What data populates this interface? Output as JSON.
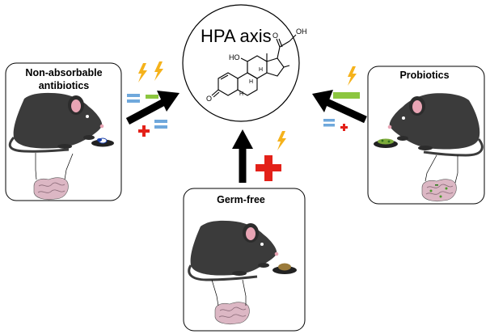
{
  "hpa": {
    "title": "HPA axis",
    "molecule_atoms": [
      "O",
      "OH",
      "HO",
      "H",
      "H",
      "H",
      "O"
    ]
  },
  "panels": {
    "antibiotics": {
      "label": "Non-absorbable antibiotics",
      "effects": [
        "=",
        "-",
        "+",
        "="
      ]
    },
    "probiotics": {
      "label": "Probiotics",
      "effects": [
        "-",
        "=",
        "+"
      ]
    },
    "germ_free": {
      "label": "Germ-free",
      "effects": [
        "+"
      ]
    }
  },
  "colors": {
    "equals_sign": "#6fa8dc",
    "minus_sign": "#8cc63f",
    "plus_sign": "#e32119",
    "lightning": "#f5b21b",
    "mouse_body": "#3b3b3b",
    "mouse_ear_inner": "#e8a4b4",
    "gut": "#dcb7c4",
    "arrow": "#000000"
  },
  "icons": [
    "lightning-bolt-icon",
    "mouse-icon",
    "gut-icon",
    "pill-dish-icon",
    "steroid-molecule-icon"
  ]
}
